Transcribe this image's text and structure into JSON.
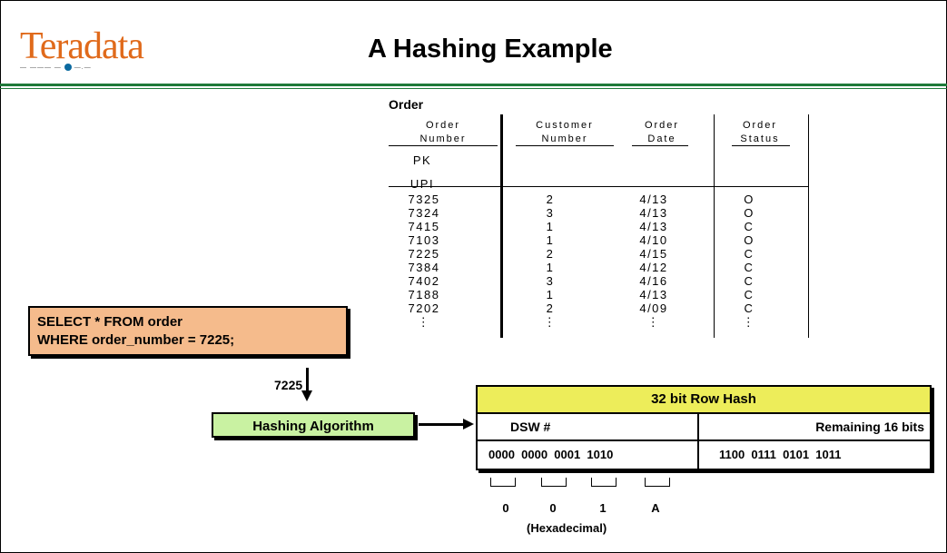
{
  "header": {
    "logo_text": "Teradata",
    "title": "A Hashing Example"
  },
  "table": {
    "caption": "Order",
    "columns": [
      {
        "header_line1": "Order",
        "header_line2": "Number"
      },
      {
        "header_line1": "Customer",
        "header_line2": "Number"
      },
      {
        "header_line1": "Order",
        "header_line2": "Date"
      },
      {
        "header_line1": "Order",
        "header_line2": "Status"
      }
    ],
    "pk_label": "PK",
    "upi_label": "UPI",
    "order_numbers": [
      "7325",
      "7324",
      "7415",
      "7103",
      "7225",
      "7384",
      "7402",
      "7188",
      "7202",
      "⋮"
    ],
    "customer_numbers": [
      "2",
      "3",
      "1",
      "1",
      "2",
      "1",
      "3",
      "1",
      "2",
      "⋮"
    ],
    "order_dates": [
      "4/13",
      "4/13",
      "4/13",
      "4/10",
      "4/15",
      "4/12",
      "4/16",
      "4/13",
      "4/09",
      "⋮"
    ],
    "order_statuses": [
      "O",
      "O",
      "C",
      "O",
      "C",
      "C",
      "C",
      "C",
      "C",
      "⋮"
    ]
  },
  "sql": {
    "line1": "SELECT * FROM order",
    "line2": "WHERE order_number = 7225;"
  },
  "input_value": "7225",
  "algorithm_label": "Hashing Algorithm",
  "row_hash": {
    "title": "32 bit Row Hash",
    "dsw_label": "DSW #",
    "remaining_label": "Remaining 16 bits",
    "dsw_bits": "0000  0000  0001  1010",
    "remaining_bits": "1100  0111  0101  1011"
  },
  "hex_digits": [
    "0",
    "0",
    "1",
    "A"
  ],
  "hex_caption": "(Hexadecimal)"
}
